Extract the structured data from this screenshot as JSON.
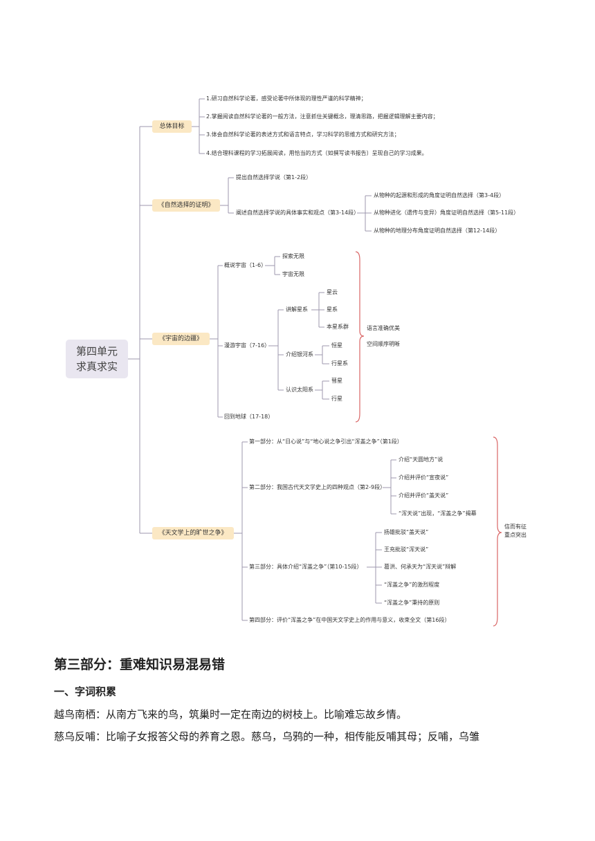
{
  "mindmap": {
    "root": [
      "第四单元",
      "求真求实"
    ],
    "goals": {
      "label": "总体目标",
      "items": [
        "1.研习自然科学论著，感受论著中所体现的理性严谨的科学精神；",
        "2.掌握阅读自然科学论著的一般方法，注意抓住关键概念，理清思路，把握逻辑理解主要内容；",
        "3.体会自然科学论著的表述方式和语言特点，学习科学的思维方式和研究方法；",
        "4.结合理科课程的学习拓展阅读，用恰当的方式（如撰写读书报告）呈现自己的学习成果。"
      ]
    },
    "natural": {
      "label": "《自然选择的证明》",
      "a": "提出自然选择学说（第1-2段）",
      "b": "阐述自然选择学说的具体事实和观点（第3-14段）",
      "b_items": [
        "从物种的起源和形成的角度证明自然选择（第3-4段）",
        "从物种进化（遗传与变异）角度证明自然选择（第5-11段）",
        "从物种的地理分布角度证明自然选择（第12-14段）"
      ]
    },
    "universe": {
      "label": "《宇宙的边疆》",
      "p1": "概说宇宙（1-6）",
      "p1_items": [
        "探索无限",
        "宇宙无限"
      ],
      "p2": "漫游宇宙（7-16）",
      "g1": "讲解星系",
      "g1_items": [
        "星云",
        "星系",
        "本星系群"
      ],
      "g2": "介绍银河系",
      "g2_items": [
        "恒星",
        "行星系"
      ],
      "g3": "认识太阳系",
      "g3_items": [
        "彗星",
        "行星"
      ],
      "p3": "回到地球（17-18）",
      "note": [
        "语言准确优美",
        "空间顺序明晰"
      ]
    },
    "astro": {
      "label": "《天文学上的旷世之争》",
      "s1": "第一部分：从“日心说”与“地心说之争引出“浑盖之争”（第1段）",
      "s2": "第二部分：我国古代天文学史上的四种观点（第2-9段）",
      "s2_items": [
        "介绍“天圆地方”说",
        "介绍并评价“宣夜说”",
        "介绍并评价“盖天说”",
        "“浑天说”出现，“浑盖之争”揭幕"
      ],
      "s3": "第三部分：具体介绍“浑盖之争”（第10-15段）",
      "s3_items": [
        "扬雄批驳“盖天说”",
        "王充批驳“浑天说”",
        "葛洪、何承天为“浑天说”辩解",
        "“浑盖之争”的激烈程度",
        "“浑盖之争”秉持的原则"
      ],
      "s4": "第四部分：评价“浑盖之争”在中国天文学史上的作用与意义，收束全文（第16段）",
      "note": [
        "信而有征",
        "重点突出"
      ]
    }
  },
  "doc": {
    "heading": "第三部分：重难知识易混易错",
    "subheading": "一、字词积累",
    "para1": "越鸟南栖：从南方飞来的鸟，筑巢时一定在南边的树枝上。比喻难忘故乡情。",
    "para2": "慈乌反哺：比喻子女报答父母的养育之恩。慈乌，乌鸦的一种，相传能反哺其母；反哺，乌雏"
  }
}
